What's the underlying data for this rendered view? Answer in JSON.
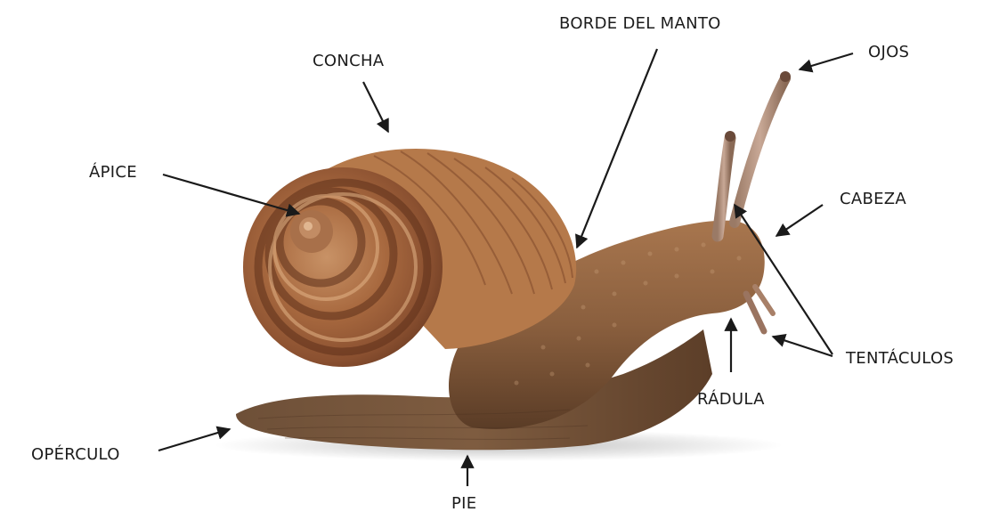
{
  "labels": {
    "concha": "CONCHA",
    "apice": "ÁPICE",
    "borde_del_manto": "BORDE DEL MANTO",
    "ojos": "OJOS",
    "cabeza": "CABEZA",
    "tentaculos": "TENTÁCULOS",
    "radula": "RÁDULA",
    "operculo": "OPÉRCULO",
    "pie": "PIE"
  },
  "colors": {
    "background": "#ffffff",
    "label_text": "#1c1c1c",
    "arrow": "#1a1a1a",
    "shell_light": "#d9a77a",
    "shell_dark": "#7a4428",
    "body_light": "#b08060",
    "body_dark": "#5a3a22"
  }
}
